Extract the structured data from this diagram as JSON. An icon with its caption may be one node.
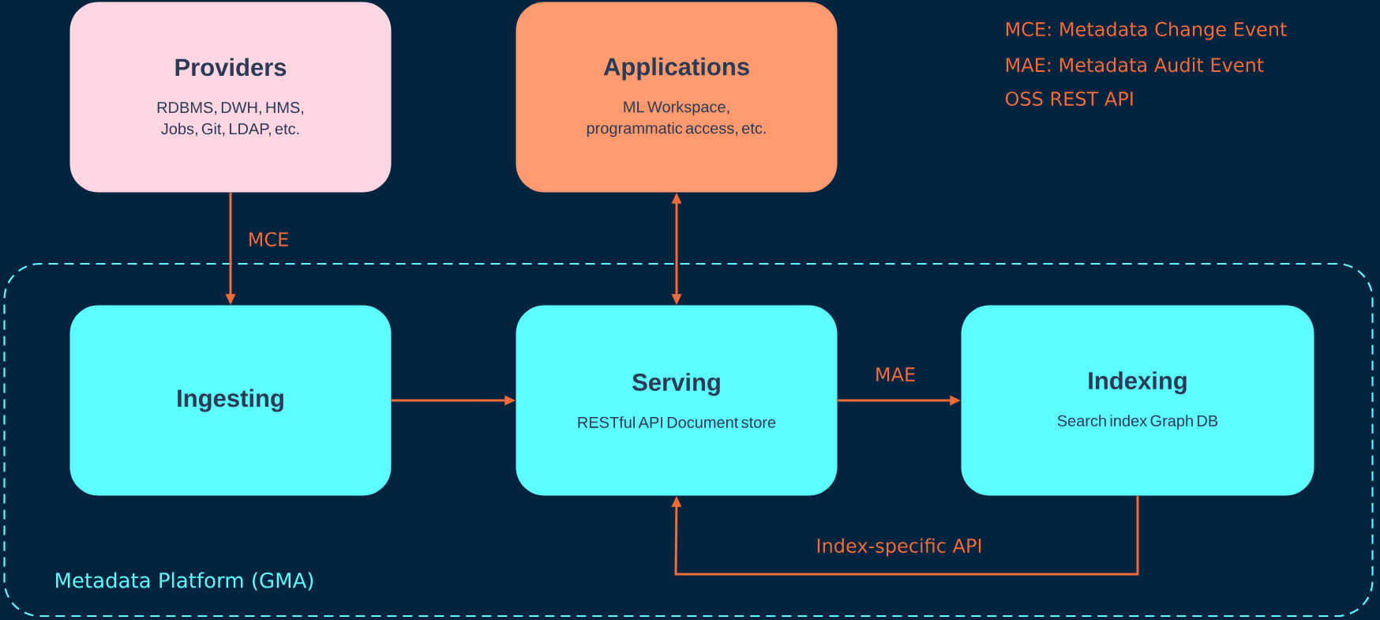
{
  "diagram": {
    "nodes": [
      {
        "text": [
          "Providers",
          "RDBMS, DWH, HMS, Jobs, Git, LDAP, etc."
        ]
      },
      {
        "text": [
          "Applications",
          "ML Workspace, programmatic access, etc."
        ]
      },
      {
        "text": [
          "Metadata Platform (GMA)"
        ]
      },
      {
        "text": [
          "Ingesting"
        ],
        "in": 2
      },
      {
        "text": [
          "Serving",
          "RESTful API Document store"
        ],
        "in": 2
      },
      {
        "text": [
          "Indexing",
          "Search index Graph DB"
        ],
        "in": 2
      }
    ],
    "edges": [
      {
        "from": 0,
        "to": 3,
        "arrow": "to",
        "label": "MCE"
      },
      {
        "from": 1,
        "to": 4,
        "arrow": "both"
      },
      {
        "from": 3,
        "to": 4,
        "arrow": "to"
      },
      {
        "from": 4,
        "to": 5,
        "arrow": "to",
        "label": "MAE"
      },
      {
        "from": 5,
        "to": 4,
        "arrow": "to",
        "label": "Index-specific API"
      }
    ],
    "labels": [
      "MCE: Metadata Change Event",
      "MAE: Metadata Audit Event",
      "OSS REST API"
    ]
  }
}
